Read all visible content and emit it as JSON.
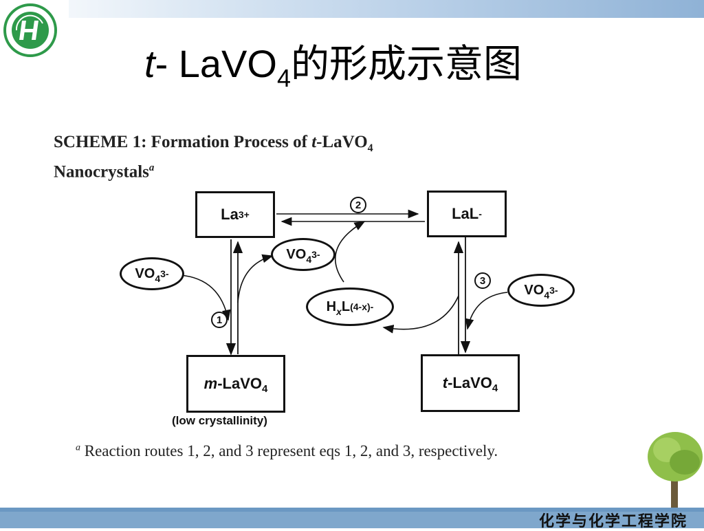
{
  "slide": {
    "title_italic": "t",
    "title_main": "- LaVO",
    "title_sub": "4",
    "title_cjk": "的形成示意图"
  },
  "scheme": {
    "heading_line1_a": "SCHEME 1:  Formation Process of ",
    "heading_line1_italic": "t",
    "heading_line1_b": "-LaVO",
    "heading_line1_sub": "4",
    "heading_line2": "Nanocrystals",
    "heading_line2_sup": "a"
  },
  "nodes": {
    "la3": {
      "base": "La",
      "sup": "3+"
    },
    "lal": {
      "base": "LaL",
      "sup": "-"
    },
    "m_lavo4": {
      "italic": "m",
      "base": "-LaVO",
      "sub": "4"
    },
    "t_lavo4": {
      "italic": "t",
      "base": "-LaVO",
      "sub": "4"
    },
    "vo4_left": {
      "base": "VO",
      "sub": "4",
      "sup": "3-"
    },
    "vo4_mid": {
      "base": "VO",
      "sub": "4",
      "sup": "3-"
    },
    "vo4_right": {
      "base": "VO",
      "sub": "4",
      "sup": "3-"
    },
    "hxl": {
      "base": "H",
      "sub": "x",
      "base2": "L",
      "sup": "(4-x)-"
    }
  },
  "routes": {
    "r1": "1",
    "r2": "2",
    "r3": "3"
  },
  "caption": "(low crystallinity)",
  "footnote": {
    "sup": "a",
    "text": " Reaction routes 1, 2, and 3 represent eqs 1, 2, and 3, respectively."
  },
  "footer": {
    "department": "化学与化学工程学院"
  },
  "colors": {
    "top_bar": "#8fb2d6",
    "bottom_bar": "#7fa7cc",
    "logo_green": "#2e9a4a"
  }
}
